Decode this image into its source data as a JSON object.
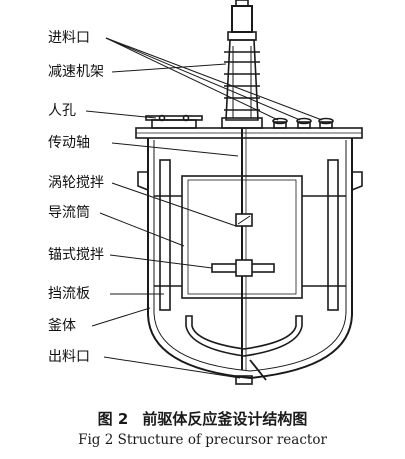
{
  "diagram": {
    "labels": [
      {
        "id": "inlet",
        "text": "进料口"
      },
      {
        "id": "gear_frame",
        "text": "减速机架"
      },
      {
        "id": "manhole",
        "text": "人孔"
      },
      {
        "id": "shaft",
        "text": "传动轴"
      },
      {
        "id": "turbine_agitator",
        "text": "涡轮搅拌"
      },
      {
        "id": "draft_tube",
        "text": "导流筒"
      },
      {
        "id": "anchor_agitator",
        "text": "锚式搅拌"
      },
      {
        "id": "baffle",
        "text": "挡流板"
      },
      {
        "id": "vessel_body",
        "text": "釜体"
      },
      {
        "id": "outlet",
        "text": "出料口"
      }
    ]
  },
  "caption": {
    "figure_number_cn": "图 2",
    "title_cn": "前驱体反应釜设计结构图",
    "title_en": "Fig 2 Structure of precursor reactor"
  }
}
